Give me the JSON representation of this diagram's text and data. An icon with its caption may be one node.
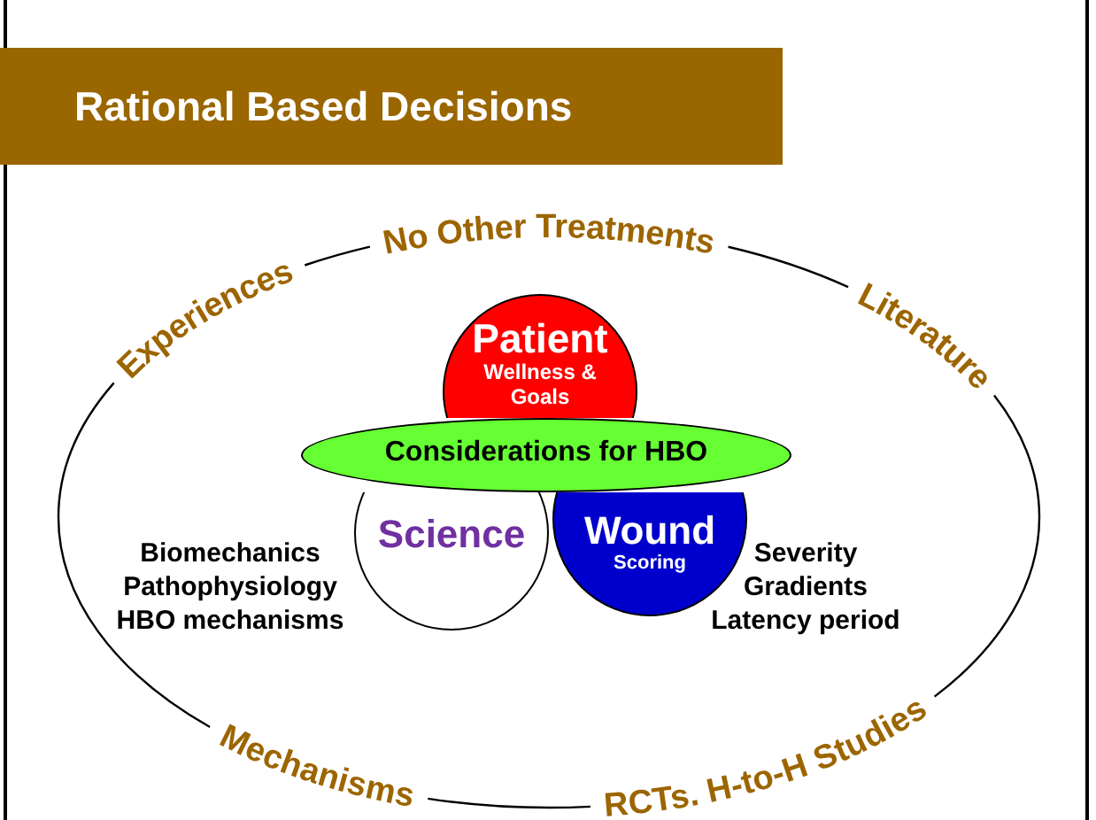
{
  "diagram": {
    "title": "Rational Based Decisions",
    "nodes": [
      {
        "text": [],
        "shape": "ellipse"
      },
      {
        "text": [
          "Patient",
          "Wellness & Goals"
        ],
        "in": 0
      },
      {
        "text": [
          "Considerations for HBO"
        ],
        "in": 0
      },
      {
        "text": [
          "Science"
        ],
        "in": 0,
        "beside": [
          "Biomechanics",
          "Pathophysiology",
          "HBO mechanisms"
        ]
      },
      {
        "text": [
          "Wound",
          "Scoring"
        ],
        "in": 0,
        "beside": [
          "Severity",
          "Gradients",
          "Latency period"
        ]
      }
    ],
    "edges": [],
    "labels": [
      "No Other Treatments",
      "Experiences",
      "Literature",
      "Mechanisms",
      "RCTs. H-to-H Studies"
    ]
  }
}
